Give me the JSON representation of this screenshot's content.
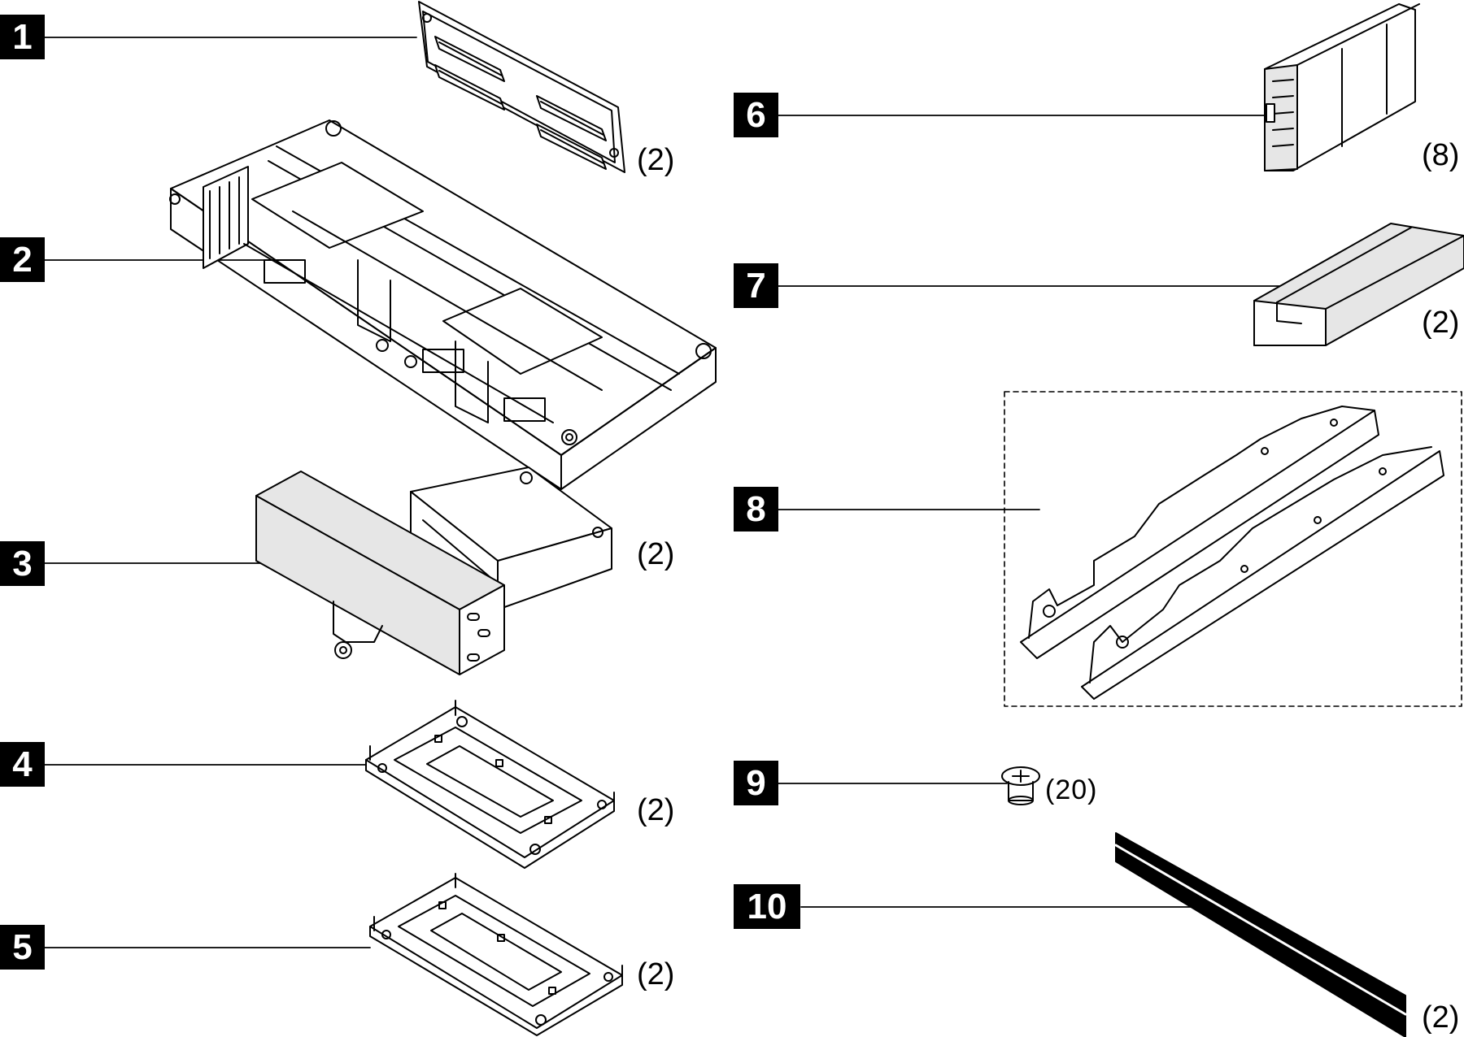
{
  "items": [
    {
      "callout": "1",
      "quantity": "(2)",
      "part_icon": "backplane-icon"
    },
    {
      "callout": "2",
      "quantity": "",
      "part_icon": "chassis-tray-icon"
    },
    {
      "callout": "3",
      "quantity": "(2)",
      "part_icon": "heat-sink-icon"
    },
    {
      "callout": "4",
      "quantity": "(2)",
      "part_icon": "processor-carrier-icon"
    },
    {
      "callout": "5",
      "quantity": "(2)",
      "part_icon": "processor-carrier-icon"
    },
    {
      "callout": "6",
      "quantity": "(8)",
      "part_icon": "drive-filler-icon"
    },
    {
      "callout": "7",
      "quantity": "(2)",
      "part_icon": "filler-rail-icon"
    },
    {
      "callout": "8",
      "quantity": "",
      "part_icon": "mounting-brackets-icon"
    },
    {
      "callout": "9",
      "quantity": "(20)",
      "part_icon": "screw-icon"
    },
    {
      "callout": "10",
      "quantity": "(2)",
      "part_icon": "rail-strip-icon"
    }
  ],
  "colors": {
    "ink": "#000000",
    "paper": "#ffffff",
    "shade": "#e6e6e6"
  }
}
